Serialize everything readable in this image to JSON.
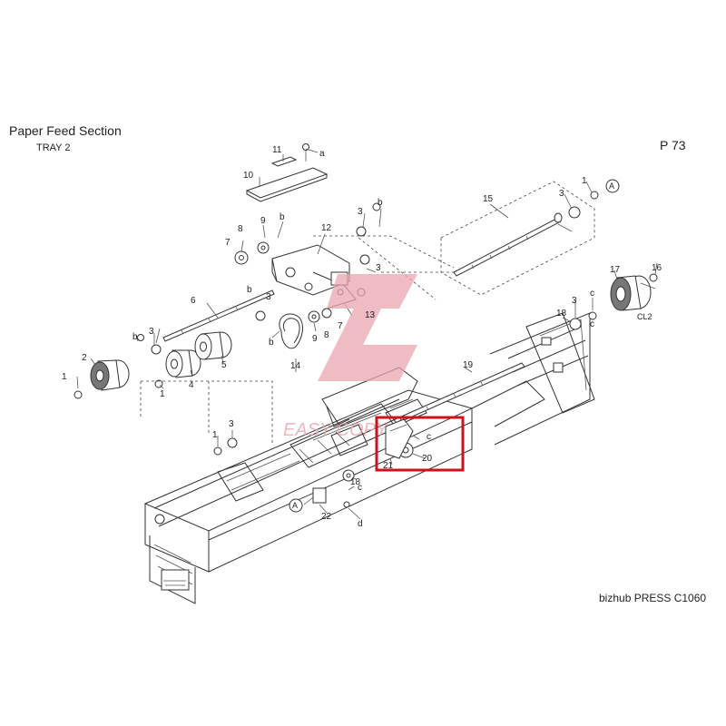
{
  "header": {
    "section_title": "Paper Feed Section",
    "tray": "TRAY 2",
    "page": "P 73"
  },
  "footer": {
    "model": "bizhub PRESS C1060"
  },
  "watermark": {
    "text": "EASY COPY",
    "color": "#e8a6ad"
  },
  "highlight": {
    "color": "#d0101b",
    "parts": [
      "20",
      "21"
    ]
  },
  "callouts": [
    {
      "id": "c11",
      "label": "11"
    },
    {
      "id": "ca1",
      "label": "a"
    },
    {
      "id": "c10",
      "label": "10"
    },
    {
      "id": "c9a",
      "label": "9"
    },
    {
      "id": "c8a",
      "label": "8"
    },
    {
      "id": "c7a",
      "label": "7"
    },
    {
      "id": "cb1",
      "label": "b"
    },
    {
      "id": "c12",
      "label": "12"
    },
    {
      "id": "cb2",
      "label": "b"
    },
    {
      "id": "c3a",
      "label": "3"
    },
    {
      "id": "c3b",
      "label": "3"
    },
    {
      "id": "c6",
      "label": "6"
    },
    {
      "id": "c3c",
      "label": "3"
    },
    {
      "id": "cb3",
      "label": "b"
    },
    {
      "id": "c13",
      "label": "13"
    },
    {
      "id": "c9b",
      "label": "9"
    },
    {
      "id": "c8b",
      "label": "8"
    },
    {
      "id": "c7b",
      "label": "7"
    },
    {
      "id": "c14",
      "label": "14"
    },
    {
      "id": "cb4",
      "label": "b"
    },
    {
      "id": "c5",
      "label": "5"
    },
    {
      "id": "c4",
      "label": "4"
    },
    {
      "id": "c1a",
      "label": "1"
    },
    {
      "id": "c2",
      "label": "2"
    },
    {
      "id": "c3d",
      "label": "3"
    },
    {
      "id": "cb5",
      "label": "b"
    },
    {
      "id": "c1b",
      "label": "1"
    },
    {
      "id": "c1c",
      "label": "1"
    },
    {
      "id": "c3e",
      "label": "3"
    },
    {
      "id": "c15",
      "label": "15"
    },
    {
      "id": "c3f",
      "label": "3"
    },
    {
      "id": "c1d",
      "label": "1"
    },
    {
      "id": "cA1",
      "label": "A"
    },
    {
      "id": "c17",
      "label": "17"
    },
    {
      "id": "c16",
      "label": "16"
    },
    {
      "id": "cc1",
      "label": "c"
    },
    {
      "id": "c3g",
      "label": "3"
    },
    {
      "id": "c18a",
      "label": "18"
    },
    {
      "id": "cc2",
      "label": "c"
    },
    {
      "id": "cCL2",
      "label": "CL2"
    },
    {
      "id": "c19",
      "label": "19"
    },
    {
      "id": "cc3",
      "label": "c"
    },
    {
      "id": "c21",
      "label": "21"
    },
    {
      "id": "c20",
      "label": "20"
    },
    {
      "id": "c18b",
      "label": "18"
    },
    {
      "id": "cc4",
      "label": "c"
    },
    {
      "id": "cA2",
      "label": "A"
    },
    {
      "id": "c22",
      "label": "22"
    },
    {
      "id": "cd",
      "label": "d"
    }
  ]
}
